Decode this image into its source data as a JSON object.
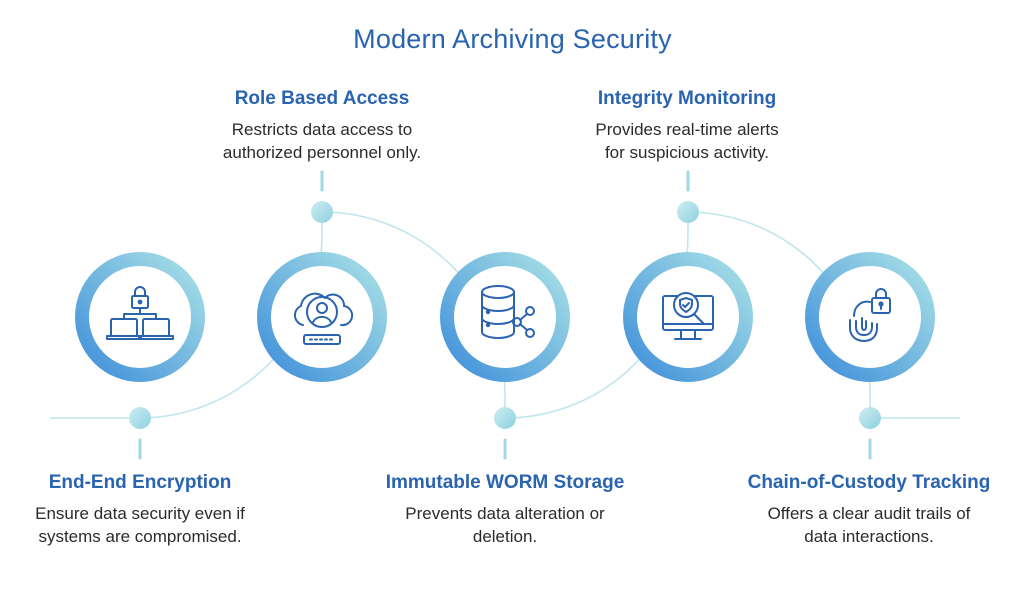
{
  "title": "Modern Archiving Security",
  "colors": {
    "title": "#2a63b0",
    "ring_light": "#a9e1e6",
    "ring_dark": "#3f8fda",
    "line": "#bfe6ef",
    "icon": "#2a63b0"
  },
  "steps": [
    {
      "heading": "End-End Encryption",
      "desc_1": "Ensure data security even if",
      "desc_2": "systems are compromised.",
      "icon": "network-lock-icon",
      "position": "bottom"
    },
    {
      "heading": "Role Based Access",
      "desc_1": "Restricts data access to",
      "desc_2": "authorized personnel only.",
      "icon": "cloud-user-icon",
      "position": "top"
    },
    {
      "heading": "Immutable WORM Storage",
      "desc_1": "Prevents data alteration or",
      "desc_2": "deletion.",
      "icon": "database-share-icon",
      "position": "bottom"
    },
    {
      "heading": "Integrity Monitoring",
      "desc_1": "Provides real-time alerts",
      "desc_2": "for suspicious activity.",
      "icon": "monitor-shield-search-icon",
      "position": "top"
    },
    {
      "heading": "Chain-of-Custody Tracking",
      "desc_1": "Offers a clear audit trails of",
      "desc_2": "data interactions.",
      "icon": "fingerprint-lock-icon",
      "position": "bottom"
    }
  ]
}
